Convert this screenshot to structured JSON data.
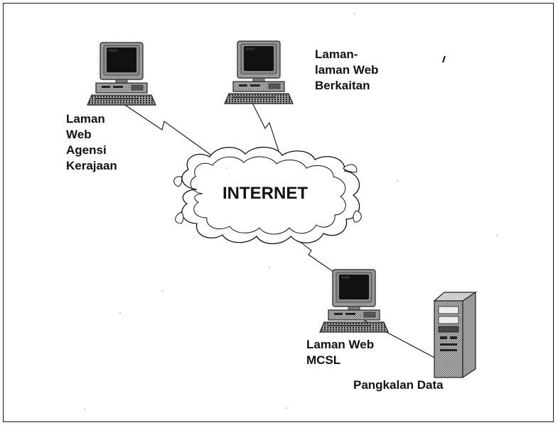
{
  "cloud": {
    "label": "INTERNET"
  },
  "nodes": {
    "agency": {
      "label_lines": [
        "Laman",
        "Web",
        "Agensi",
        "Kerajaan"
      ]
    },
    "related": {
      "label_lines": [
        "Laman-",
        "laman Web",
        "Berkaitan"
      ]
    },
    "mcsl": {
      "label_lines": [
        "Laman Web",
        "MCSL"
      ]
    },
    "database": {
      "label_lines": [
        "Pangkalan Data"
      ]
    }
  },
  "colors": {
    "ink": "#111111",
    "monitor_body": "#9a9a9a",
    "screen": "#111111",
    "frame": "#1a1a1a"
  }
}
